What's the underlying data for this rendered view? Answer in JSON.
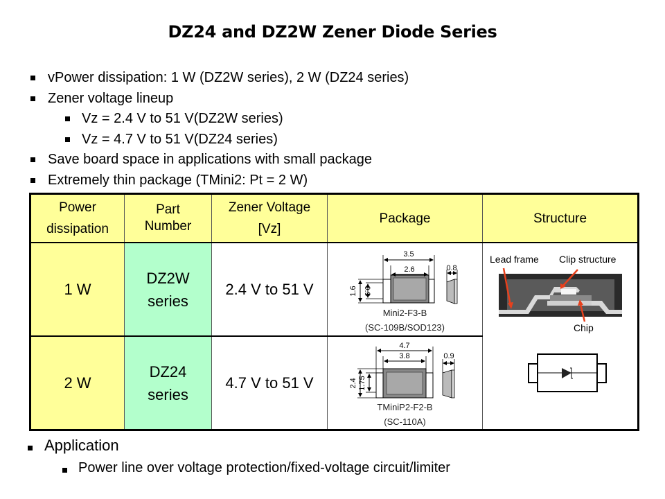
{
  "title": "DZ24 and DZ2W Zener Diode Series",
  "bullets": [
    {
      "level": 1,
      "text": "vPower dissipation: 1 W (DZ2W series),  2 W (DZ24 series)"
    },
    {
      "level": 1,
      "text": "Zener voltage lineup"
    },
    {
      "level": 2,
      "text": "Vz = 2.4 V to 51 V(DZ2W series)"
    },
    {
      "level": 2,
      "text": "Vz = 4.7 V to 51 V(DZ24 series)"
    },
    {
      "level": 1,
      "text": "Save board space in applications with small package"
    },
    {
      "level": 1,
      "text": "Extremely thin package (TMini2: Pt = 2 W)"
    }
  ],
  "table": {
    "headers": {
      "power_line1": "Power",
      "power_line2": "dissipation",
      "part_line1": "Part",
      "part_line2": "Number",
      "volt_line1": "Zener Voltage",
      "volt_line2": "[Vz]",
      "package": "Package",
      "structure": "Structure"
    },
    "rows": [
      {
        "power": "1 W",
        "part_line1": "DZ2W",
        "part_line2": "series",
        "voltage": "2.4 V to 51 V",
        "package": {
          "name": "Mini2-F3-B",
          "code": "(SC-109B/SOD123)",
          "dim_total_length": "3.5",
          "dim_body_length": "2.6",
          "dim_total_width": "1.6",
          "dim_body_width": "0.9",
          "dim_thickness": "0.8"
        }
      },
      {
        "power": "2 W",
        "part_line1": "DZ24",
        "part_line2": "series",
        "voltage": "4.7 V to 51 V",
        "package": {
          "name": "TMiniP2-F2-B",
          "code": "(SC-110A)",
          "dim_total_length": "4.7",
          "dim_body_length": "3.8",
          "dim_total_width": "2.4",
          "dim_body_width": "1.75",
          "dim_thickness": "0.9"
        }
      }
    ],
    "structure": {
      "lead_frame_label": "Lead frame",
      "clip_label": "Clip structure",
      "chip_label": "Chip",
      "arrow_color": "#e8401c"
    },
    "colors": {
      "header_bg": "#ffff99",
      "power_bg": "#ffff99",
      "part_bg": "#b3ffcc"
    }
  },
  "application": {
    "heading": "Application",
    "items": [
      "Power line over voltage protection/fixed-voltage circuit/limiter"
    ]
  }
}
